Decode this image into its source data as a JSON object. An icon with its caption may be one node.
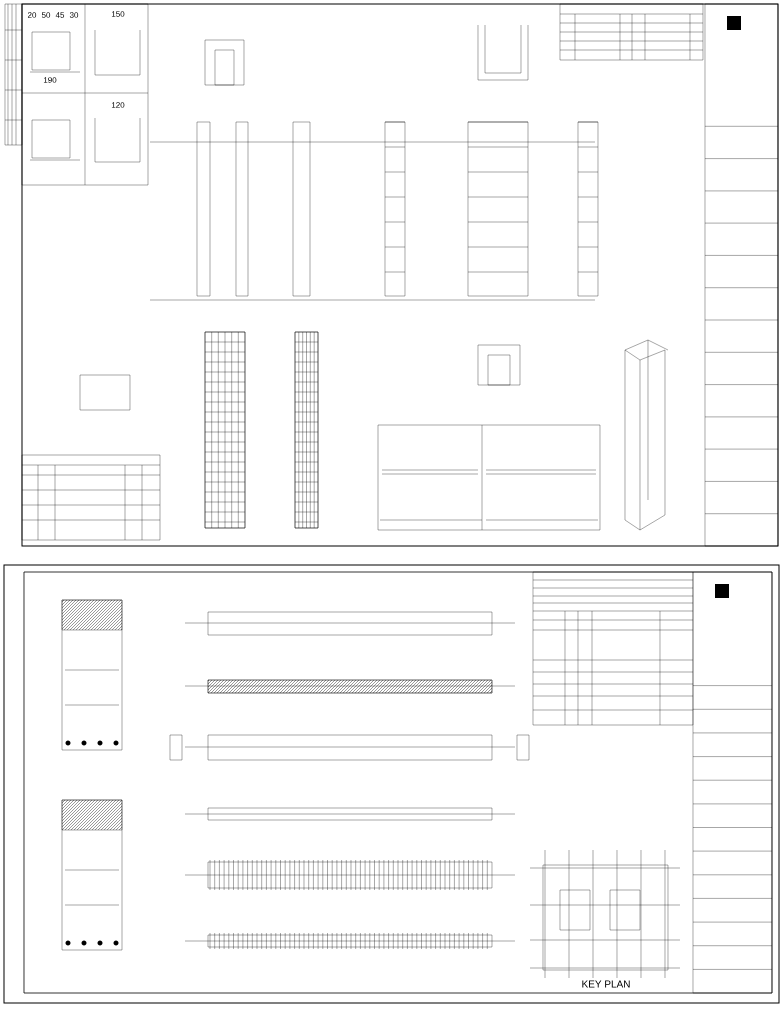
{
  "diagram": {
    "labels": [
      "20",
      "50",
      "45",
      "30",
      "190",
      "150",
      "120",
      "KEY PLAN"
    ]
  }
}
